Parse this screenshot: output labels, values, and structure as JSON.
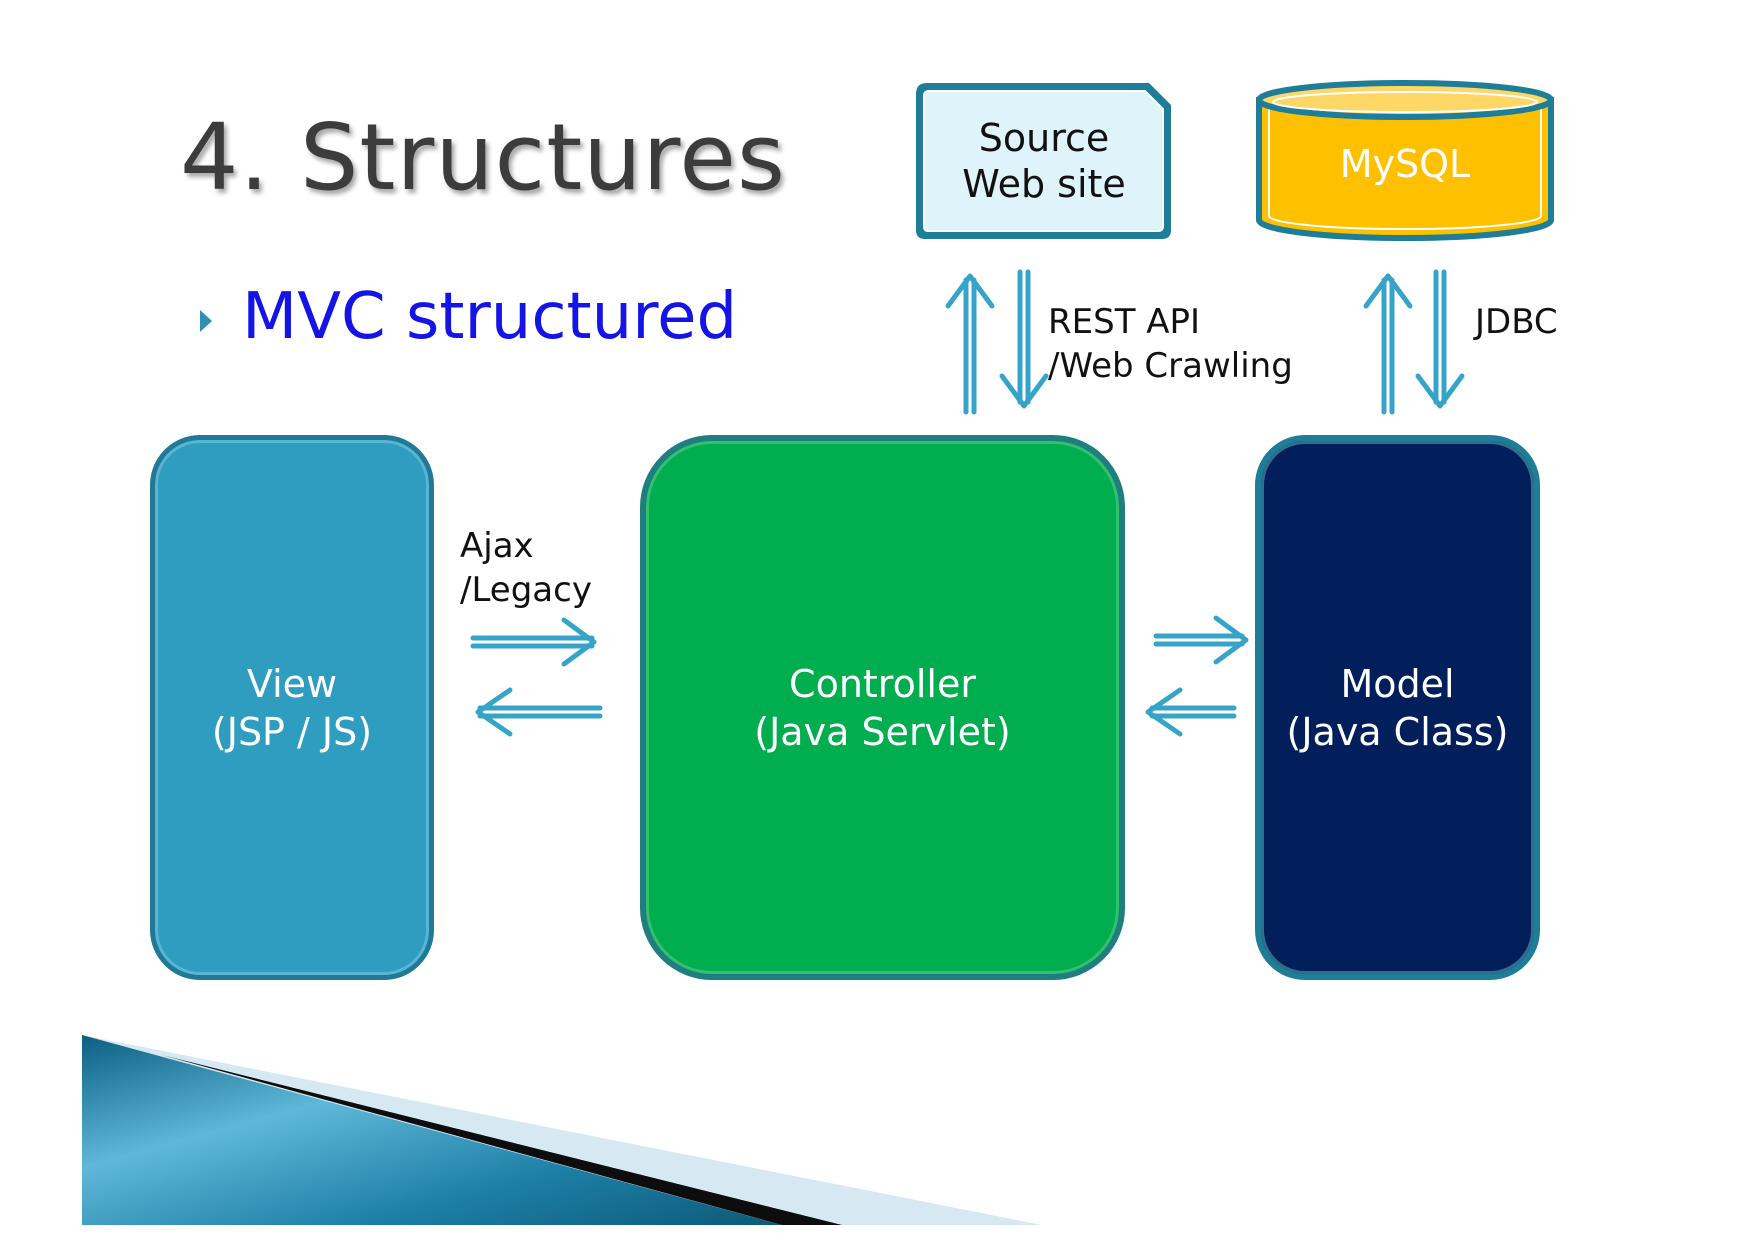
{
  "slide": {
    "title": "4. Structures",
    "bullet": "MVC structured"
  },
  "nodes": {
    "view": {
      "line1": "View",
      "line2": "(JSP / JS)"
    },
    "controller": {
      "line1": "Controller",
      "line2": "(Java Servlet)"
    },
    "model": {
      "line1": "Model",
      "line2": "(Java Class)"
    },
    "source": {
      "line1": "Source",
      "line2": "Web site"
    },
    "mysql": {
      "label": "MySQL"
    }
  },
  "edges": {
    "view_controller": {
      "line1": "Ajax",
      "line2": "/Legacy"
    },
    "controller_source": {
      "line1": "REST API",
      "line2": "/Web Crawling"
    },
    "model_mysql": {
      "label": "JDBC"
    }
  },
  "colors": {
    "view": "#2e9dc0",
    "controller": "#00ad4f",
    "model": "#021f5c",
    "source_fill": "#dff3fa",
    "mysql_fill": "#ffc000",
    "arrow": "#36a3c8",
    "bullet_text": "#1414e6"
  }
}
